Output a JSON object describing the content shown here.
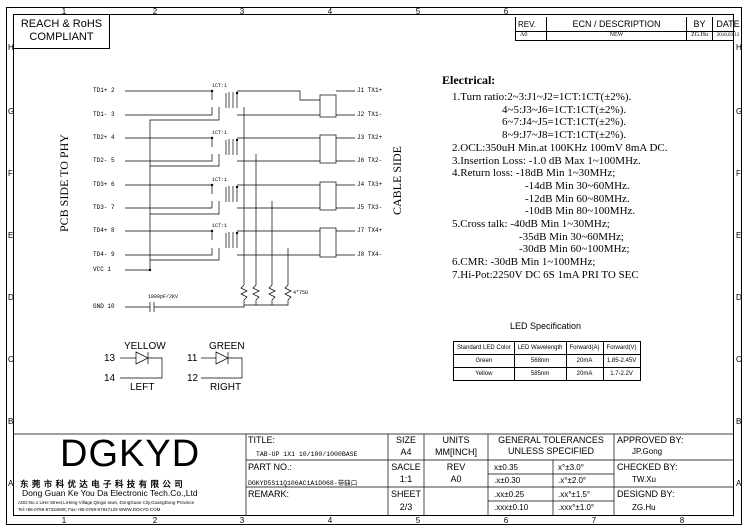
{
  "title_block_top": {
    "compliance": [
      "REACH & RoHS",
      "COMPLIANT"
    ],
    "rev_header": "REV.",
    "ecn_header": "ECN / DESCRIPTION",
    "by_header": "BY",
    "date_header": "DATE",
    "rev": "A0",
    "ecn": "NEW",
    "by": "ZG.Hu",
    "date": "2018.03.12"
  },
  "zones": {
    "columns": [
      "1",
      "2",
      "3",
      "4",
      "5",
      "6",
      "7",
      "8"
    ],
    "rows": [
      "H",
      "G",
      "F",
      "E",
      "D",
      "C",
      "B",
      "A"
    ]
  },
  "schematic": {
    "left_side": "PCB SIDE TO PHY",
    "right_side": "CABLE SIDE",
    "left_pins": [
      {
        "label": "TD1+",
        "num": "2"
      },
      {
        "label": "TD1-",
        "num": "3"
      },
      {
        "label": "TD2+",
        "num": "4"
      },
      {
        "label": "TD2-",
        "num": "5"
      },
      {
        "label": "TD3+",
        "num": "6"
      },
      {
        "label": "TD3-",
        "num": "7"
      },
      {
        "label": "TD4+",
        "num": "8"
      },
      {
        "label": "TD4-",
        "num": "9"
      },
      {
        "label": "VCC",
        "num": "1"
      },
      {
        "label": "GND",
        "num": "10"
      }
    ],
    "right_pins": [
      "J1 TX1+",
      "J2 TX1-",
      "J3 TX2+",
      "J6 TX2-",
      "J4 TX3+",
      "J5 TX3-",
      "J7 TX4+",
      "J8 TX4-"
    ],
    "ratios": [
      "1CT:1",
      "1CT:1",
      "1CT:1",
      "1CT:1"
    ],
    "cap": "1000pF/2KV",
    "res": "4*75Ω"
  },
  "electrical": {
    "heading": "Electrical:",
    "lines": [
      "1.Turn ratio:2~3:J1~J2=1CT:1CT(±2%).",
      "4~5:J3~J6=1CT:1CT(±2%).",
      "6~7:J4~J5=1CT:1CT(±2%).",
      "8~9:J7~J8=1CT:1CT(±2%).",
      "2.OCL:350uH Min.at 100KHz 100mV 8mA DC.",
      "3.Insertion Loss: -1.0 dB Max 1~100MHz.",
      "4.Return loss: -18dB Min 1~30MHz;",
      "-14dB Min 30~60MHz.",
      "-12dB Min 60~80MHz.",
      "-10dB Min 80~100MHz.",
      "5.Cross talk: -40dB Min 1~30MHz;",
      "-35dB Min 30~60MHz;",
      "-30dB Min 60~100MHz;",
      "6.CMR: -30dB Min 1~100MHz;",
      "7.Hi-Pot:2250V DC  6S 1mA PRI TO SEC"
    ]
  },
  "led_spec": {
    "title": "LED Specification",
    "headers": [
      "Standard LED Color",
      "LED Wavelength",
      "Forward(A)",
      "Forward(V)"
    ],
    "rows": [
      [
        "Green",
        "568nm",
        "20mA",
        "1.85-2.45V"
      ],
      [
        "Yellow",
        "585nm",
        "20mA",
        "1.7-2.2V"
      ]
    ]
  },
  "leds": {
    "left": {
      "color": "YELLOW",
      "pin_a": "13",
      "pin_b": "14",
      "side": "LEFT"
    },
    "right": {
      "color": "GREEN",
      "pin_a": "11",
      "pin_b": "12",
      "side": "RIGHT"
    }
  },
  "title_block": {
    "logo": "DGKYD",
    "company_cn": "东 莞 市 科 优 达 电 子 科 技 有 限 公 司",
    "company_en": "Dong Guan Ke You Da Electronic Tech.Co.,Ltd",
    "address": "ADD:No.1 LiHe Street,LiHeng Village,Qingxi town, DongGuan City,GuangDong Province",
    "tel": "Tel:+86-0769-87334608; Fax:+86-0769-87847129  WWW.DGKYD.COM",
    "title_label": "TITLE:",
    "title_value": "TAB-UP 1X1 10/100/1000BASE",
    "part_label": "PART NO.:",
    "part_value": "DGKYD5S11Q106AC1A1D068-带缺口",
    "remark_label": "REMARK:",
    "size_label": "SIZE",
    "size_value": "A4",
    "scale_label": "SACLE",
    "scale_value": "1:1",
    "sheet_label": "SHEET",
    "sheet_value": "2/3",
    "units_label": "UNITS",
    "units_value": "MM[INCH]",
    "rev_label": "REV",
    "rev_value": "A0",
    "tol_title": [
      "GENERAL TOLERANCES",
      "UNLESS SPECIFIED"
    ],
    "tol": [
      [
        "x±0.35",
        "x°±3.0°"
      ],
      [
        ".x±0.30",
        ".x°±2.0°"
      ],
      [
        ".xx±0.25",
        ".xx°±1.5°"
      ],
      [
        ".xxx±0.10",
        ".xxx°±1.0°"
      ]
    ],
    "approved_label": "APPROVED BY:",
    "approved_value": "JP.Gong",
    "checked_label": "CHECKED BY:",
    "checked_value": "TW.Xu",
    "design_label": "DESIGND BY:",
    "design_value": "ZG.Hu"
  }
}
